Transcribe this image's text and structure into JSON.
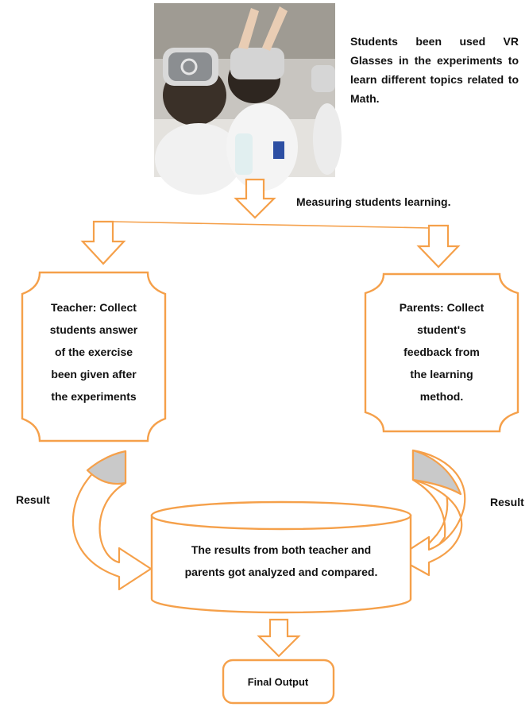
{
  "photo": {
    "caption": "Students been used VR Glasses in the experiments to learn different topics related to Math."
  },
  "measure_label": "Measuring students learning.",
  "teacher_box": {
    "lines": [
      "Teacher: Collect",
      "students answer",
      "of the exercise",
      "been given after",
      "the experiments"
    ]
  },
  "parents_box": {
    "lines": [
      "Parents: Collect",
      "student's",
      "feedback from",
      "the learning",
      "method."
    ]
  },
  "result_left": "Result",
  "result_right": "Result",
  "analysis_box": {
    "lines": [
      "The results from both teacher and",
      "parents got analyzed and compared."
    ]
  },
  "final_output": "Final Output",
  "colors": {
    "accent": "#f5a04a",
    "curved_fill": "#c9c9c9",
    "text": "#111111"
  }
}
